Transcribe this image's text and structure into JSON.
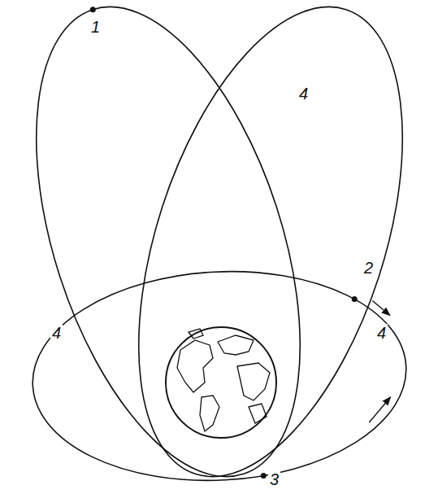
{
  "diagram": {
    "labels": [
      "1",
      "4",
      "2",
      "4",
      "4",
      "3"
    ]
  }
}
